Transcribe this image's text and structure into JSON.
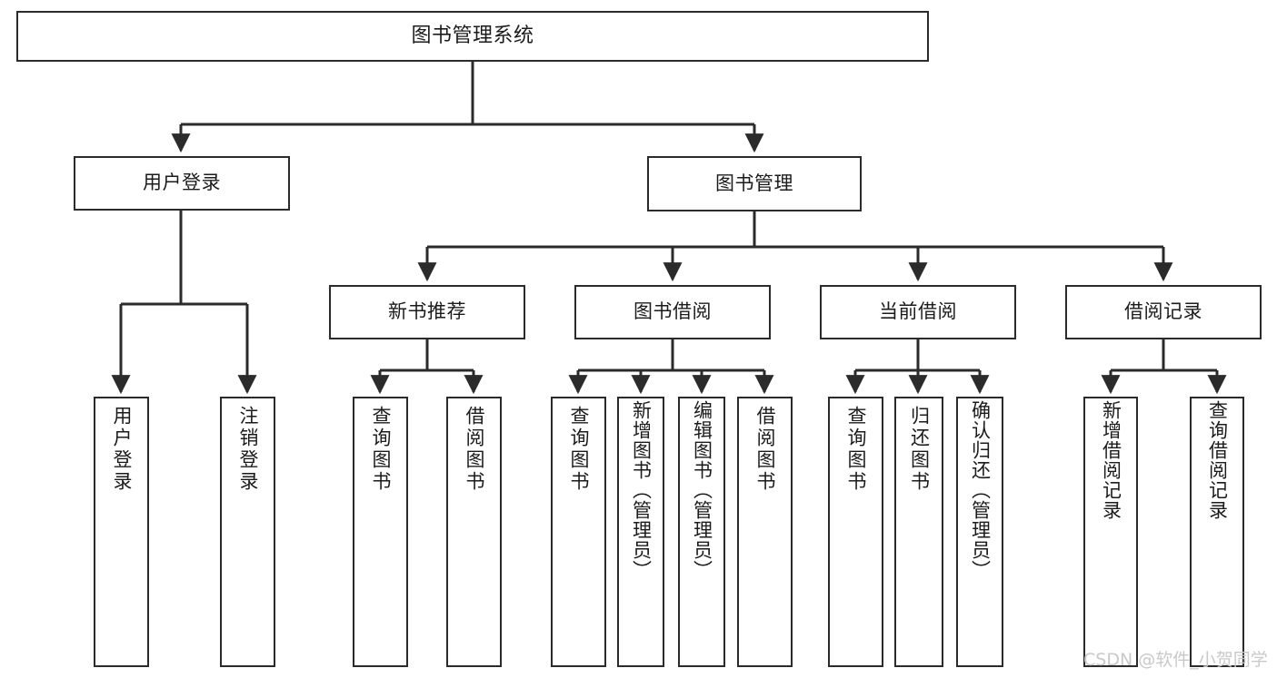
{
  "diagram": {
    "type": "tree-hierarchy-chart",
    "title": "图书管理系统",
    "line_color": "#2b2b2b",
    "box_fill": "#ffffff",
    "text_color": "#1b1b1b",
    "watermark": "CSDN @软件_小贺同学",
    "root": {
      "label": "图书管理系统"
    },
    "level1": [
      {
        "label": "用户登录"
      },
      {
        "label": "图书管理"
      }
    ],
    "level2": [
      {
        "label": "新书推荐"
      },
      {
        "label": "图书借阅"
      },
      {
        "label": "当前借阅"
      },
      {
        "label": "借阅记录"
      }
    ],
    "leaves": {
      "user_login": [
        {
          "label": "用户登录"
        },
        {
          "label": "注销登录"
        }
      ],
      "new_book_recommend": [
        {
          "label": "查询图书"
        },
        {
          "label": "借阅图书"
        }
      ],
      "book_borrow": [
        {
          "label": "查询图书"
        },
        {
          "label": "新增图书（管理员）"
        },
        {
          "label": "编辑图书（管理员）"
        },
        {
          "label": "借阅图书"
        }
      ],
      "current_borrow": [
        {
          "label": "查询图书"
        },
        {
          "label": "归还图书"
        },
        {
          "label": "确认归还（管理员）"
        }
      ],
      "borrow_record": [
        {
          "label": "新增借阅记录"
        },
        {
          "label": "查询借阅记录"
        }
      ]
    }
  }
}
